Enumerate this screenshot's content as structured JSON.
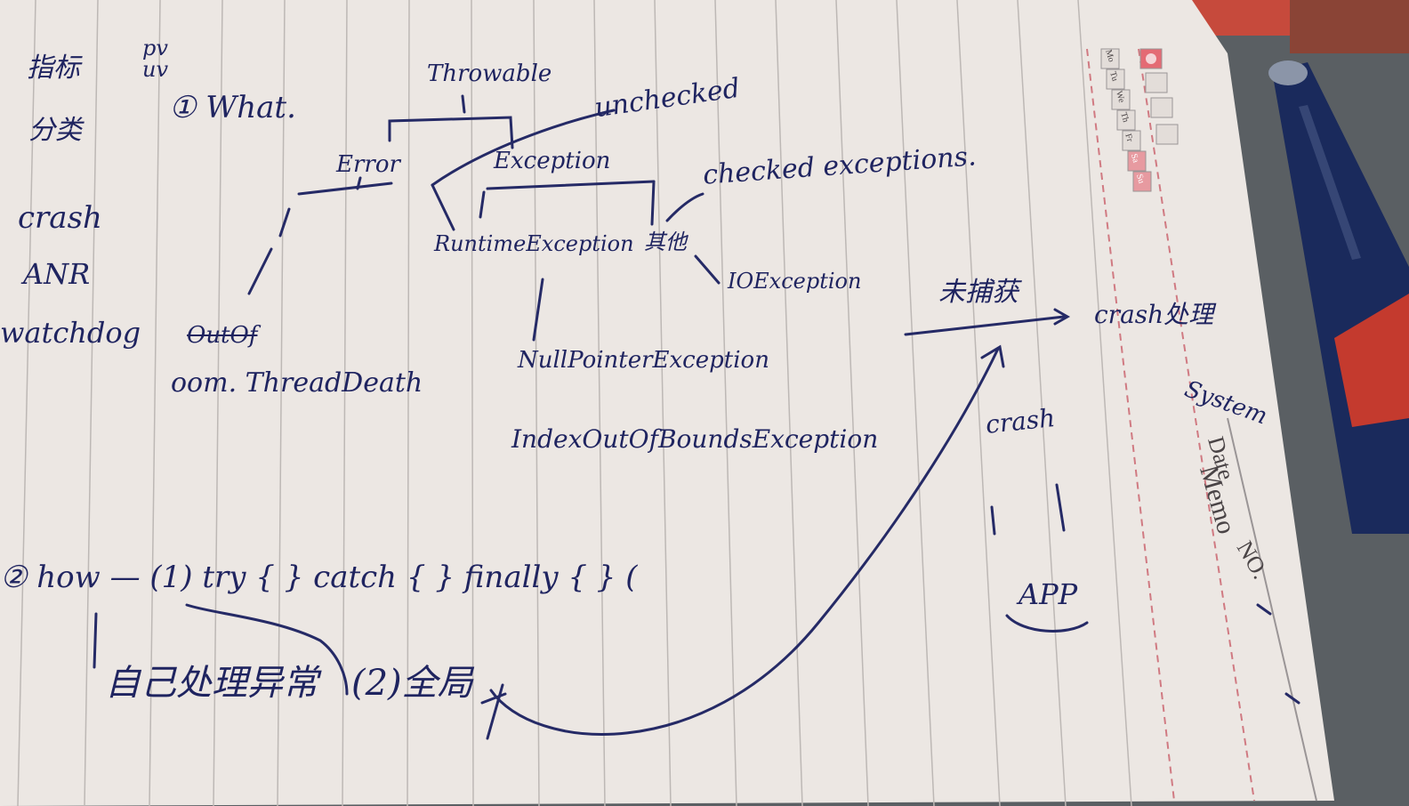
{
  "notes": {
    "left_margin": [
      "指标",
      "分类",
      "crash",
      "ANR",
      "watchdog"
    ],
    "pv_uv": "pv\nuv",
    "what": "① What.",
    "throwable": "Throwable",
    "unchecked": "unchecked",
    "error": "Error",
    "exception": "Exception",
    "checked": "checked exceptions.",
    "runtime_exception": "RuntimeException",
    "other": "其他",
    "io_exception": "IOException",
    "out_of": "OutOf",
    "oom": "oom. ThreadDeath",
    "null_pointer": "NullPointerException",
    "index_out_of_bounds": "IndexOutOfBoundsException",
    "capture": "未捕获",
    "crash_handler": "crash处理",
    "crash": "crash",
    "how": "② how — (1) try { } catch { } finally { } (",
    "catch_local": "自己处理异常",
    "global": "(2)全局",
    "app": "APP",
    "memo_label": "Memo",
    "date_label": "Date",
    "system_label": "System",
    "memo_no": "NO.",
    "weekdays": [
      "Mo",
      "Tu",
      "We",
      "Th",
      "Fr",
      "Sa",
      "Su"
    ]
  },
  "colors": {
    "ink": "#1f2460",
    "paper": "#efeae6",
    "rule": "#b9b5b3",
    "margin_line": "#d07a82",
    "pen_body": "#1a2a5c"
  }
}
